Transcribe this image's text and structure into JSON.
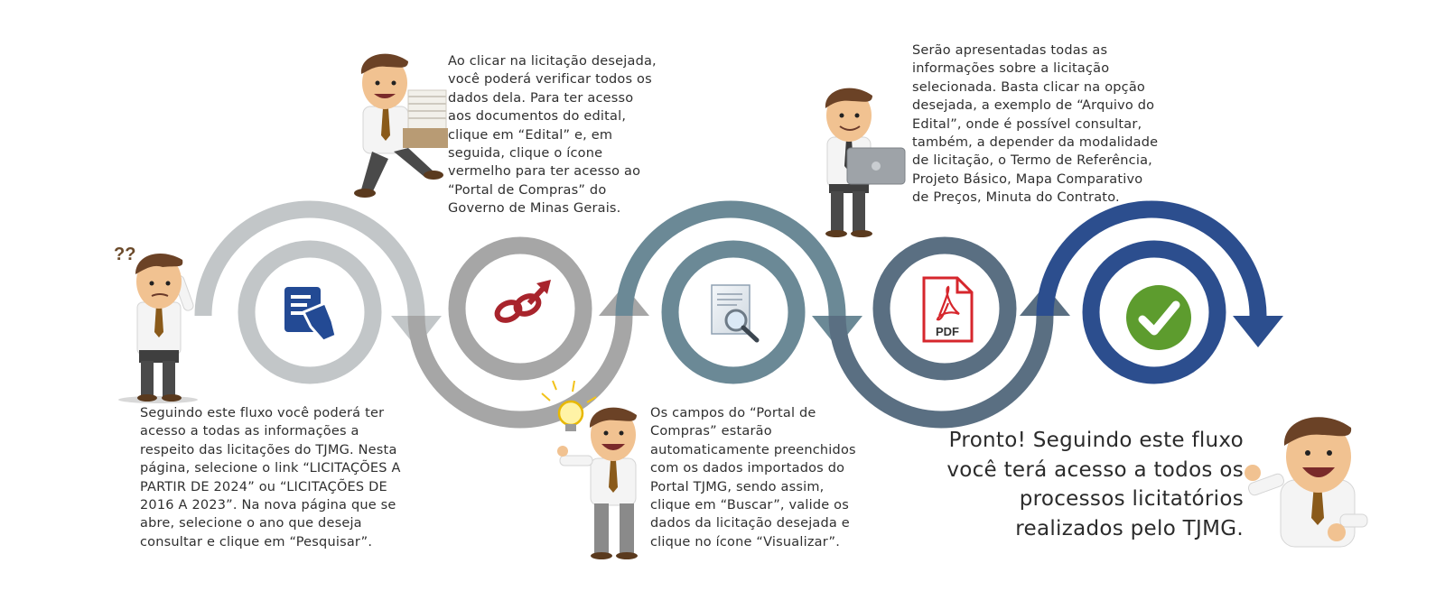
{
  "steps": [
    {
      "text": "Seguindo este fluxo você poderá ter\nacesso a todas as informações a\nrespeito das licitações do TJMG. Nesta\npágina, selecione o link “LICITAÇÕES A\nPARTIR DE 2024” ou “LICITAÇÕES DE\n2016 A 2023”. Na nova página que se\nabre, selecione o ano que deseja\nconsultar e clique em “Pesquisar”.",
      "icon": "search-hand-icon",
      "color": "#c2c6c8"
    },
    {
      "text": "Ao clicar na licitação desejada,\nvocê poderá verificar todos os\ndados dela. Para ter acesso\naos documentos do edital,\nclique em “Edital” e, em\nseguida, clique o ícone\nvermelho para ter acesso ao\n“Portal de Compras” do\nGoverno de Minas Gerais.",
      "icon": "red-link-arrow-icon",
      "color": "#a6a6a6"
    },
    {
      "text": "Os campos do “Portal de\nCompras” estarão\nautomaticamente preenchidos\ncom os dados importados do\nPortal TJMG, sendo assim,\nclique em “Buscar”, valide os\ndados da licitação desejada e\nclique no ícone “Visualizar”.",
      "icon": "document-magnifier-icon",
      "color": "#6b8996"
    },
    {
      "text": "Serão apresentadas todas as\ninformações sobre a licitação\nselecionada. Basta clicar na opção\ndesejada, a exemplo de “Arquivo do\nEdital”, onde é possível consultar,\ntambém, a depender da modalidade\nde licitação, o Termo de Referência,\nProjeto Básico, Mapa Comparativo\nde Preços, Minuta do Contrato.",
      "icon": "pdf-icon",
      "icon_label": "PDF",
      "color": "#5a6f82"
    },
    {
      "text": "Pronto! Seguindo este fluxo\nvocê terá acesso a todos os\nprocessos licitatórios\nrealizados pelo TJMG.",
      "icon": "check-icon",
      "color": "#2c4e8e"
    }
  ],
  "colors": {
    "check_green": "#5d9c2e",
    "pdf_red": "#d6262c",
    "icon_blue": "#234a94"
  }
}
